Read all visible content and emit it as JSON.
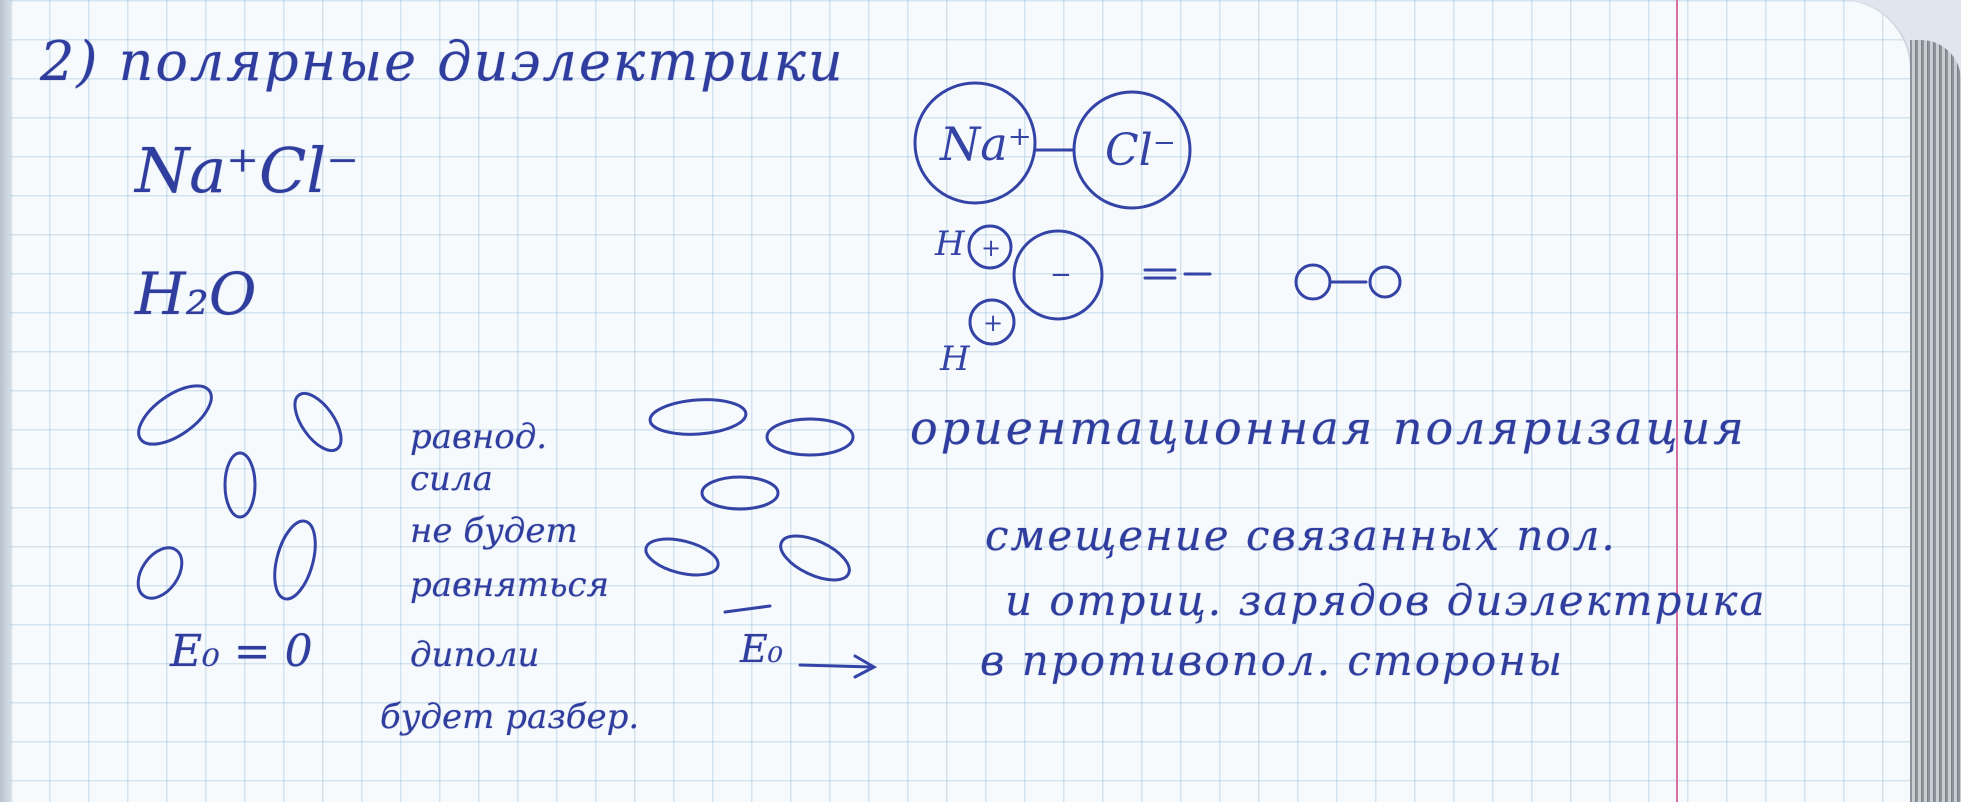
{
  "heading": "2) полярные диэлектрики",
  "formulas": {
    "nacl": "Na⁺Cl⁻",
    "h2o": "H₂O"
  },
  "diagram": {
    "na_label": "Na⁺",
    "cl_label": "Cl⁻",
    "h_top": "H",
    "h_bottom": "H",
    "plus": "+",
    "minus": "−"
  },
  "field_zero": "E₀ = 0",
  "field_vector": "E₀",
  "note": [
    "равнод.",
    "сила",
    "не будет",
    "равняться",
    "диполи",
    "будет разбер."
  ],
  "orientation": "ориентационная поляризация",
  "displacement": [
    "смещение связанных пол.",
    "и отриц. зарядов диэлектрика",
    "в противопол. стороны"
  ],
  "colors": {
    "ink": "#2f3e9e",
    "grid": "#78aacd",
    "margin": "#d86fa3",
    "paper": "#f7fafc"
  }
}
